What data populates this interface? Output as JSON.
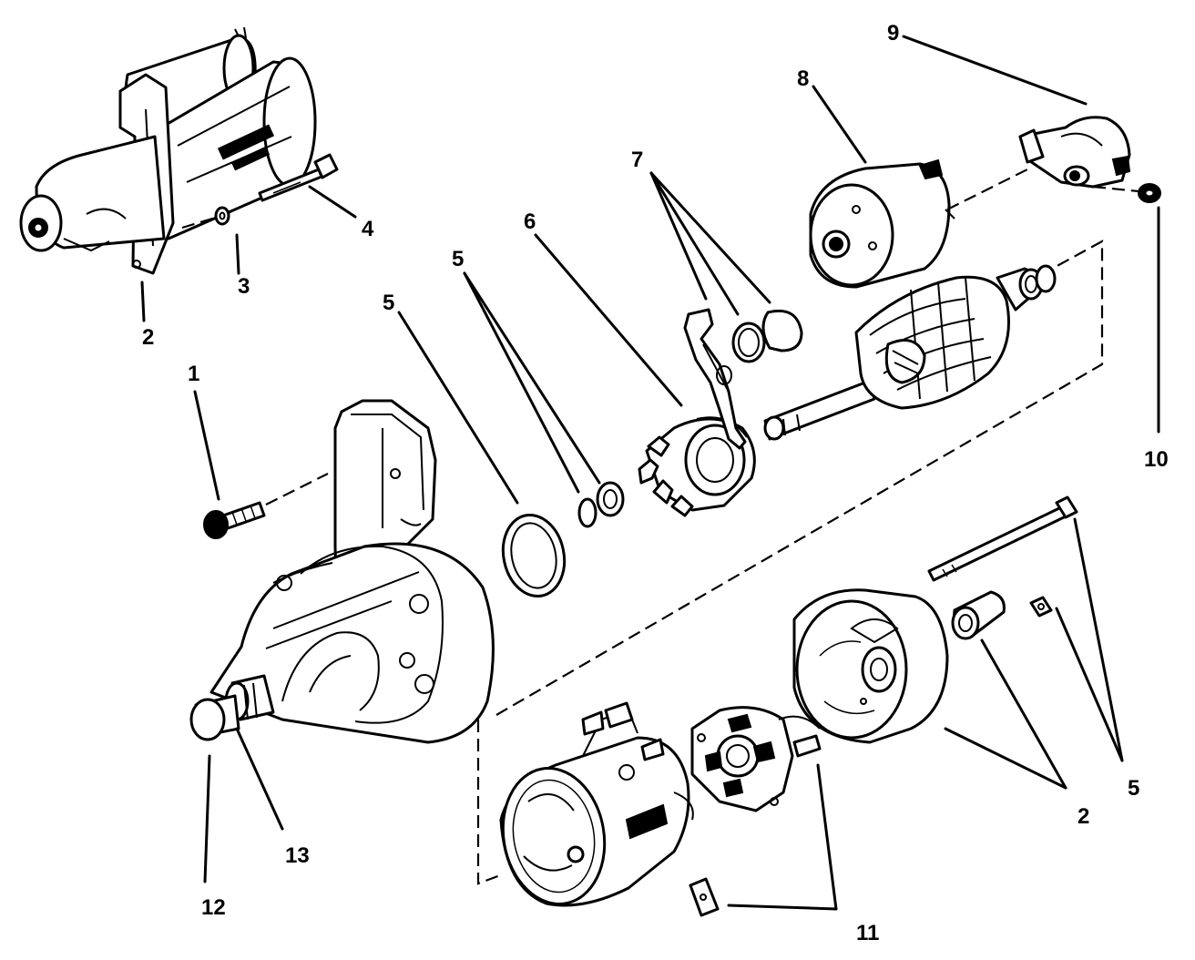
{
  "callouts": [
    {
      "key": "c1",
      "text": "1"
    },
    {
      "key": "c2a",
      "text": "2"
    },
    {
      "key": "c2b",
      "text": "2"
    },
    {
      "key": "c3",
      "text": "3"
    },
    {
      "key": "c4",
      "text": "4"
    },
    {
      "key": "c5a",
      "text": "5"
    },
    {
      "key": "c5b",
      "text": "5"
    },
    {
      "key": "c5c",
      "text": "5"
    },
    {
      "key": "c6",
      "text": "6"
    },
    {
      "key": "c7",
      "text": "7"
    },
    {
      "key": "c8",
      "text": "8"
    },
    {
      "key": "c9",
      "text": "9"
    },
    {
      "key": "c10",
      "text": "10"
    },
    {
      "key": "c11",
      "text": "11"
    },
    {
      "key": "c12",
      "text": "12"
    },
    {
      "key": "c13",
      "text": "13"
    }
  ]
}
